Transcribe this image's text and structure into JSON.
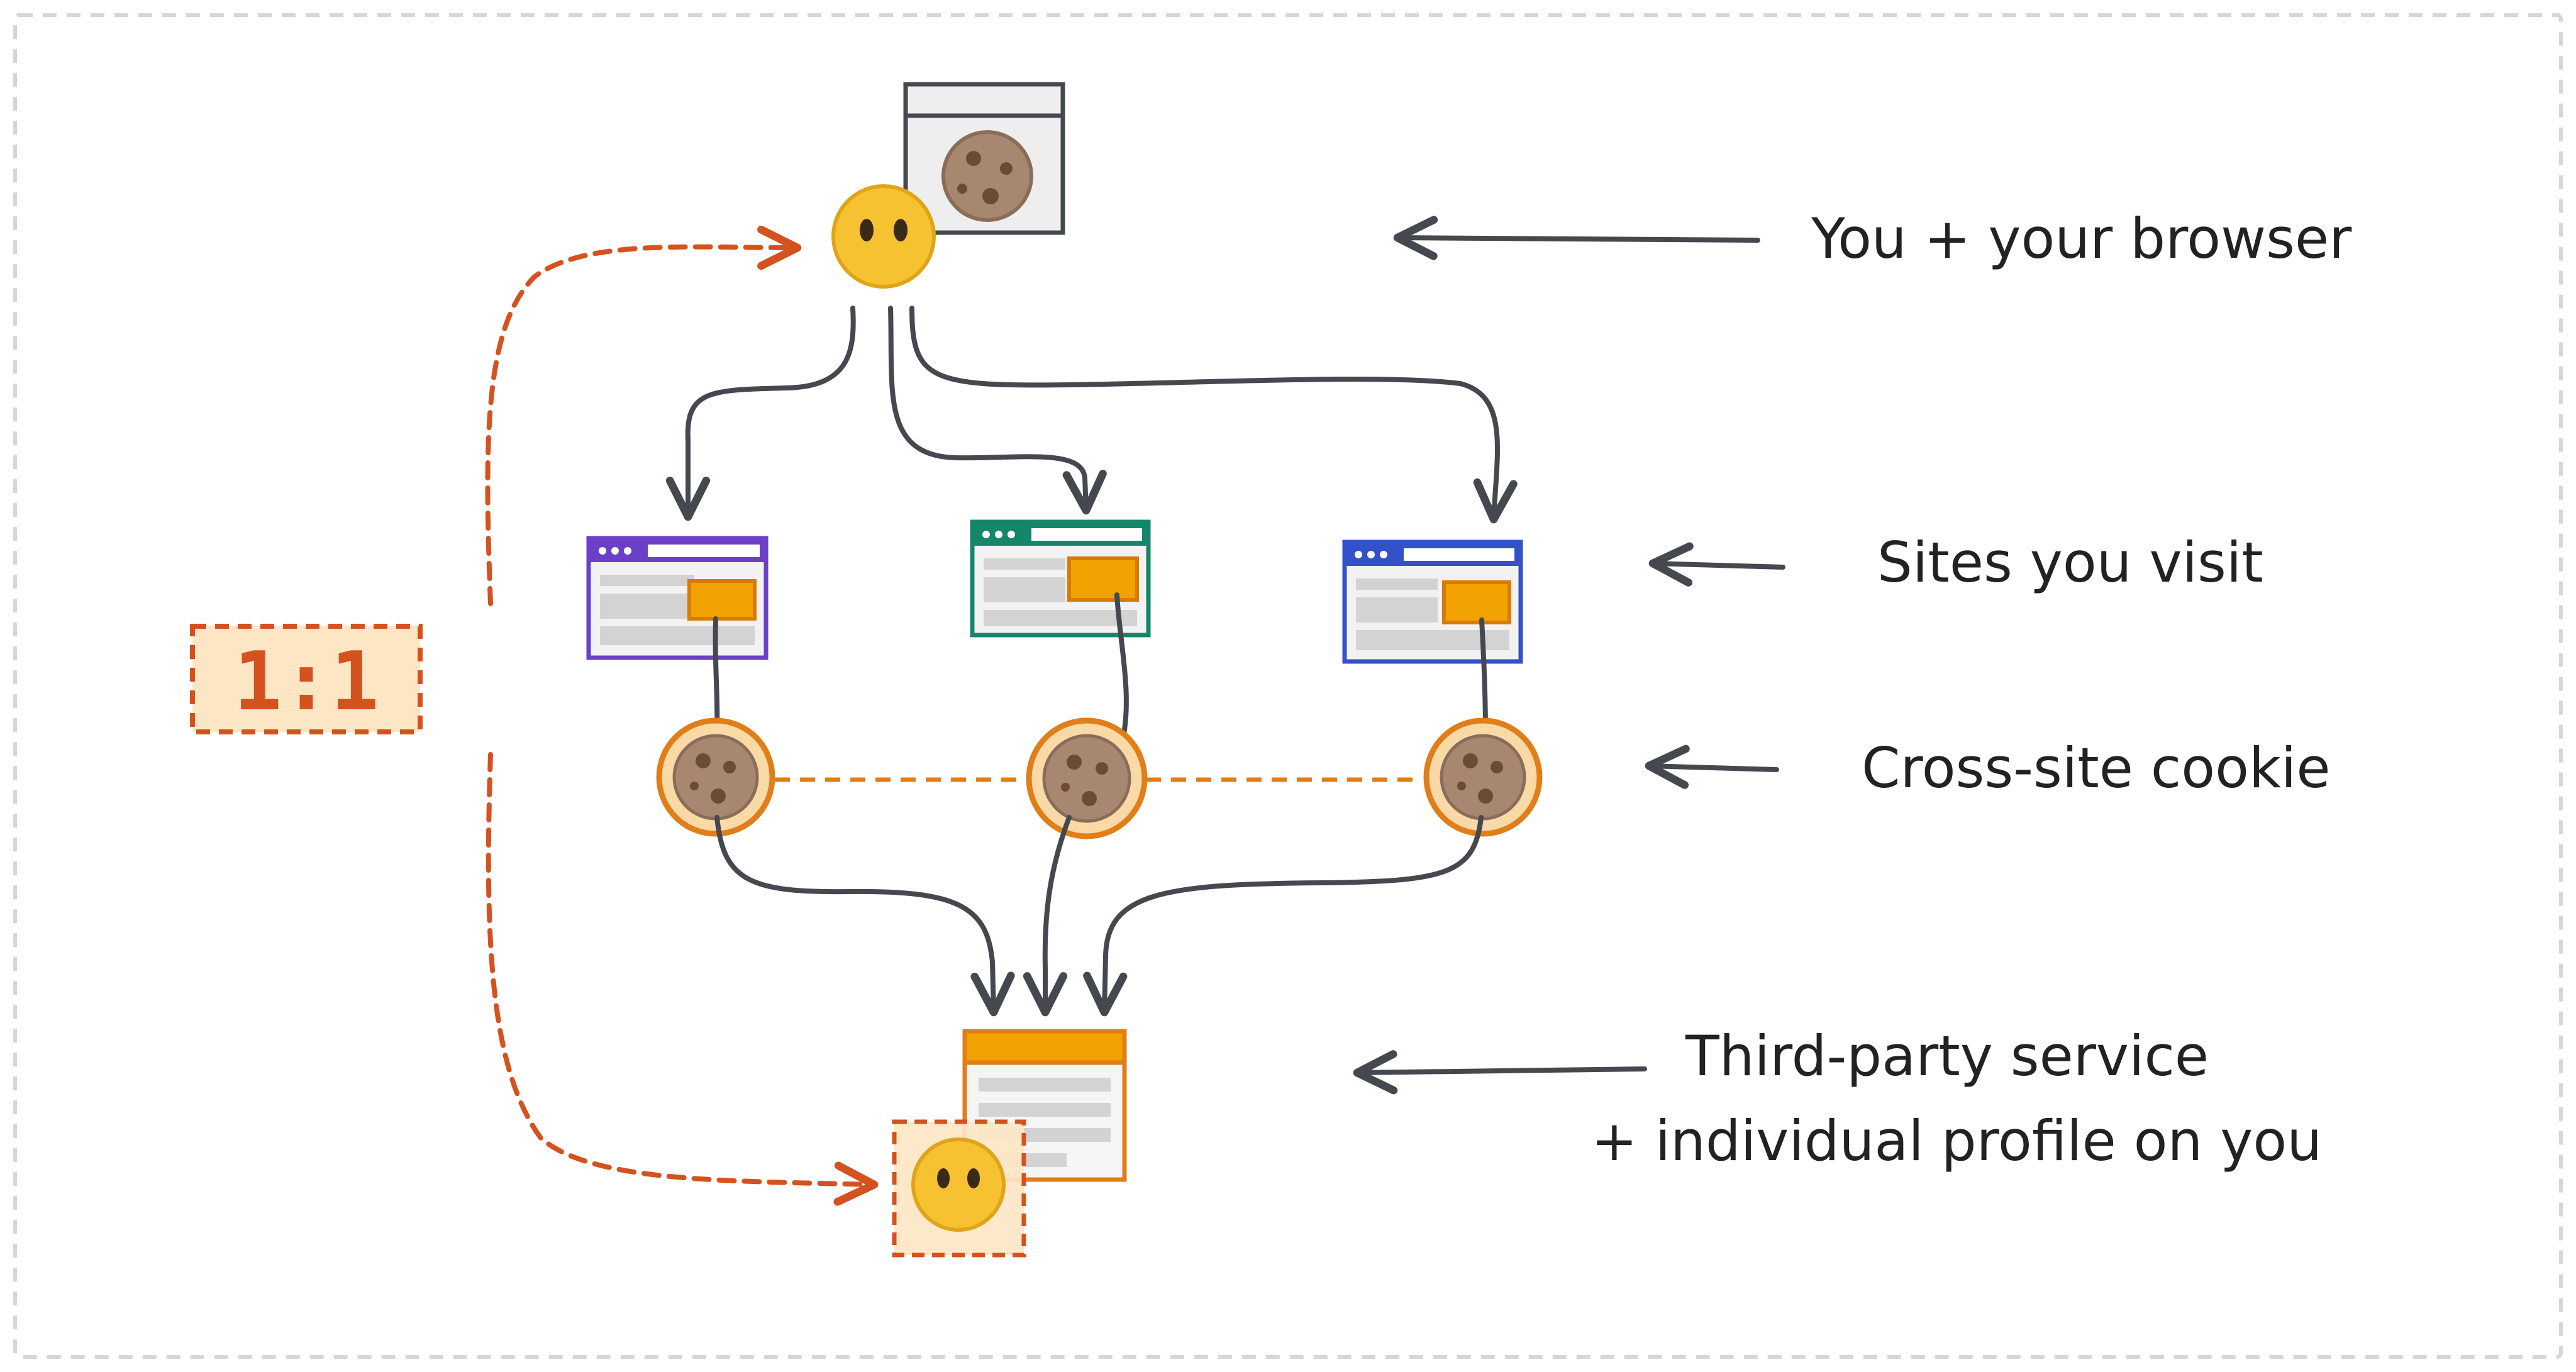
{
  "labels": {
    "you_browser": "You + your browser",
    "sites": "Sites you visit",
    "cookie": "Cross-site cookie",
    "third_party_line1": "Third-party service",
    "third_party_line2": "+ individual profile on you"
  },
  "ratio_badge": "1:1",
  "colors": {
    "ink": "#45494f",
    "accent_orange": "#e07e1a",
    "red_dashed": "#d4521f",
    "badge_fill": "#fde6c4",
    "cookie_ring": "#f9d9a6",
    "cookie_body": "#a7876f",
    "emoji_yellow": "#f7c231",
    "site_purple": "#6b3fc8",
    "site_green": "#14876a",
    "site_blue": "#3352c9",
    "service_orange": "#f2a200"
  },
  "icons": {
    "user": "neutral-face-icon",
    "cookie": "cookie-icon",
    "browser": "browser-window-icon",
    "arrow": "arrow-left-icon"
  }
}
